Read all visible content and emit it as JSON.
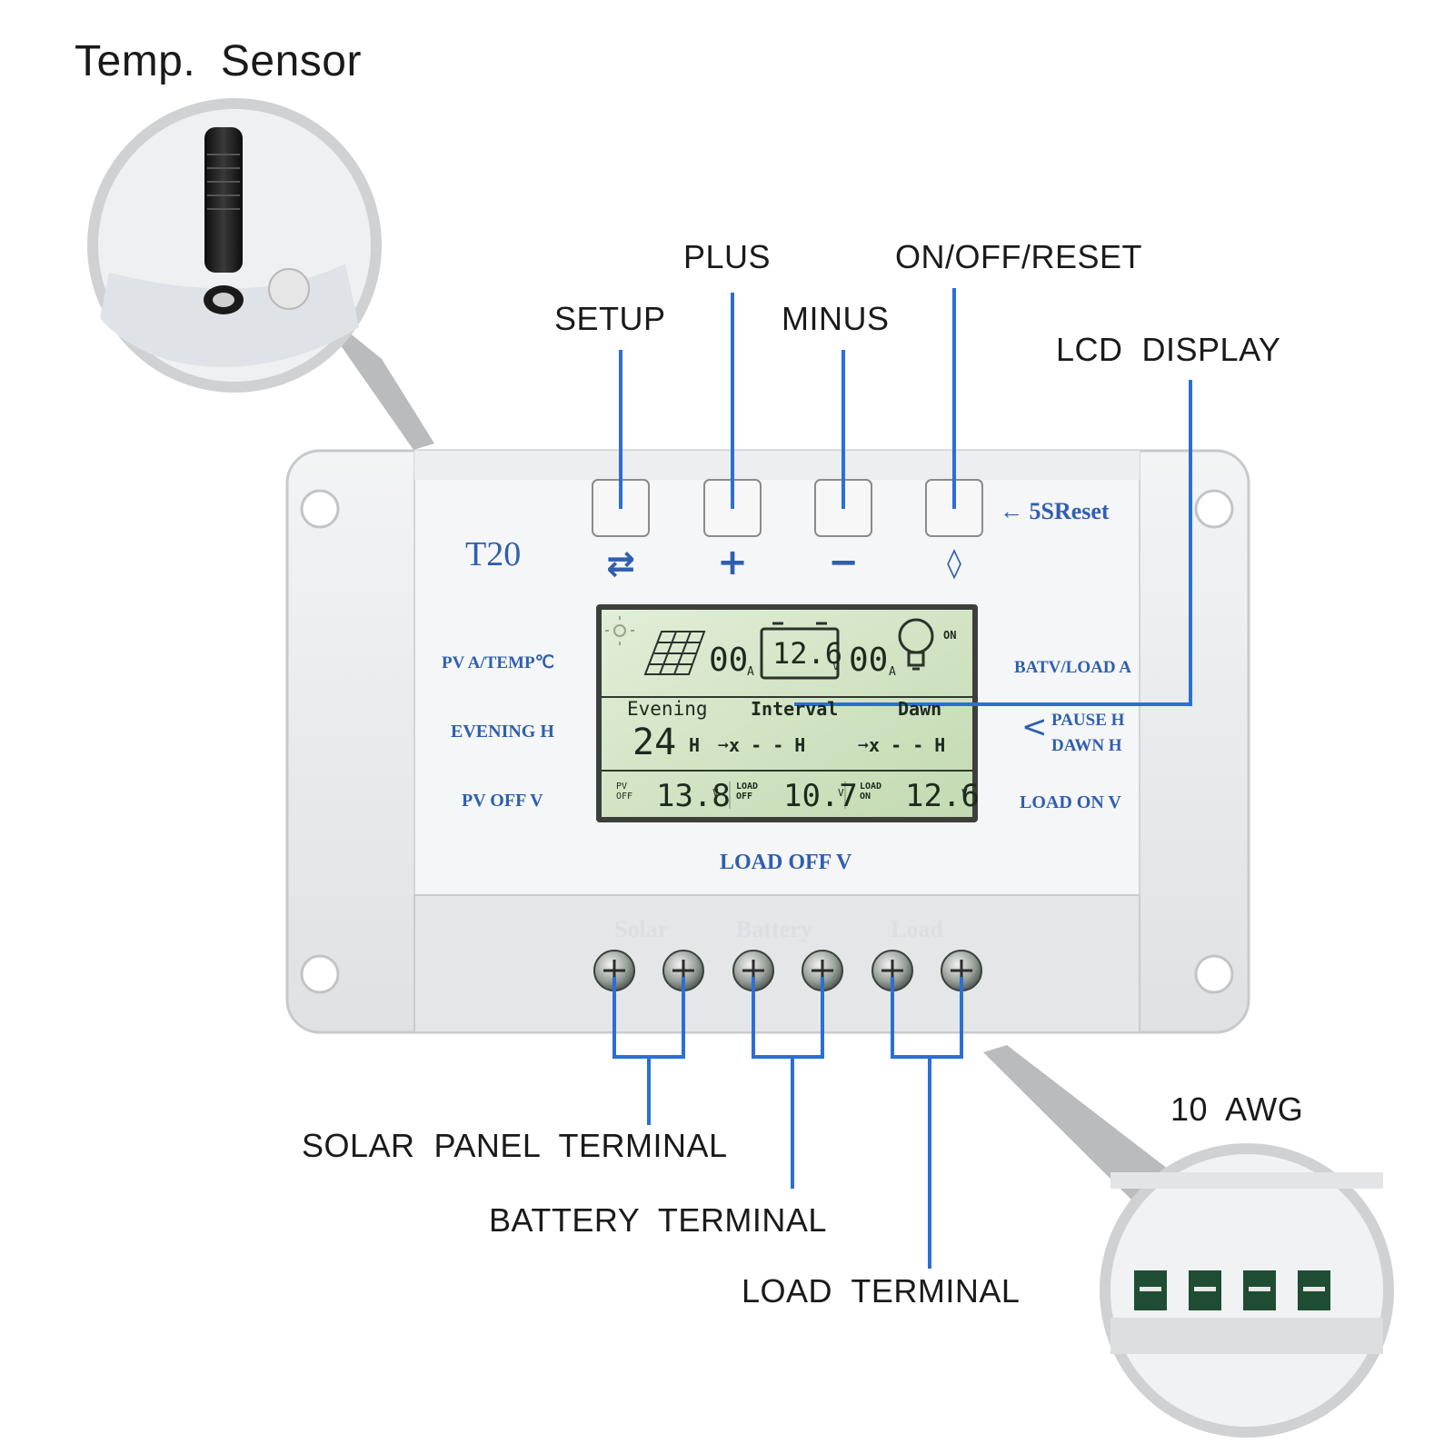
{
  "callouts": {
    "temp_sensor": "Temp.  Sensor",
    "plus": "PLUS",
    "on_off_reset": "ON/OFF/RESET",
    "setup": "SETUP",
    "minus": "MINUS",
    "lcd_display": "LCD  DISPLAY",
    "solar_panel_terminal": "SOLAR  PANEL  TERMINAL",
    "battery_terminal": "BATTERY  TERMINAL",
    "load_terminal": "LOAD  TERMINAL",
    "awg": "10  AWG"
  },
  "device": {
    "model": "T20",
    "reset_hint": "← 5SReset",
    "label_pv_temp": "PV A/TEMP℃",
    "label_evening": "EVENING H",
    "label_pv_off": "PV OFF V",
    "label_bat_load": "BATV/LOAD A",
    "label_pause": "PAUSE H",
    "label_dawn": "DAWN H",
    "label_load_on": "LOAD ON V",
    "label_load_off": "LOAD OFF V",
    "button_symbols": {
      "setup": "⇄",
      "plus": "+",
      "minus": "−",
      "power": "◊"
    },
    "terminal_labels": [
      "Solar",
      "Battery",
      "Load"
    ]
  },
  "lcd": {
    "pv_current": "00",
    "pv_current_unit": "A",
    "battery_voltage": "12.6",
    "battery_voltage_unit": "V",
    "load_current": "00",
    "load_current_unit": "A",
    "bulb_state": "ON",
    "evening_label": "Evening",
    "interval_label": "Interval",
    "dawn_label": "Dawn",
    "evening_hours": "24",
    "evening_unit": "H",
    "interval_value": "➞x - - H",
    "dawn_value": "➞x - - H",
    "pv_off_label": "PV\nOFF",
    "pv_off_value": "13.8",
    "load_off_label": "LOAD\nOFF",
    "load_off_value": "10.7",
    "load_on_label": "LOAD\nON",
    "load_on_value": "12.6",
    "volt_unit": "V"
  },
  "colors": {
    "leader_line": "#2a6fd6",
    "device_body": "#e9eaec",
    "lcd_bg": "#cfe3bf",
    "device_text": "#2f5fae"
  }
}
